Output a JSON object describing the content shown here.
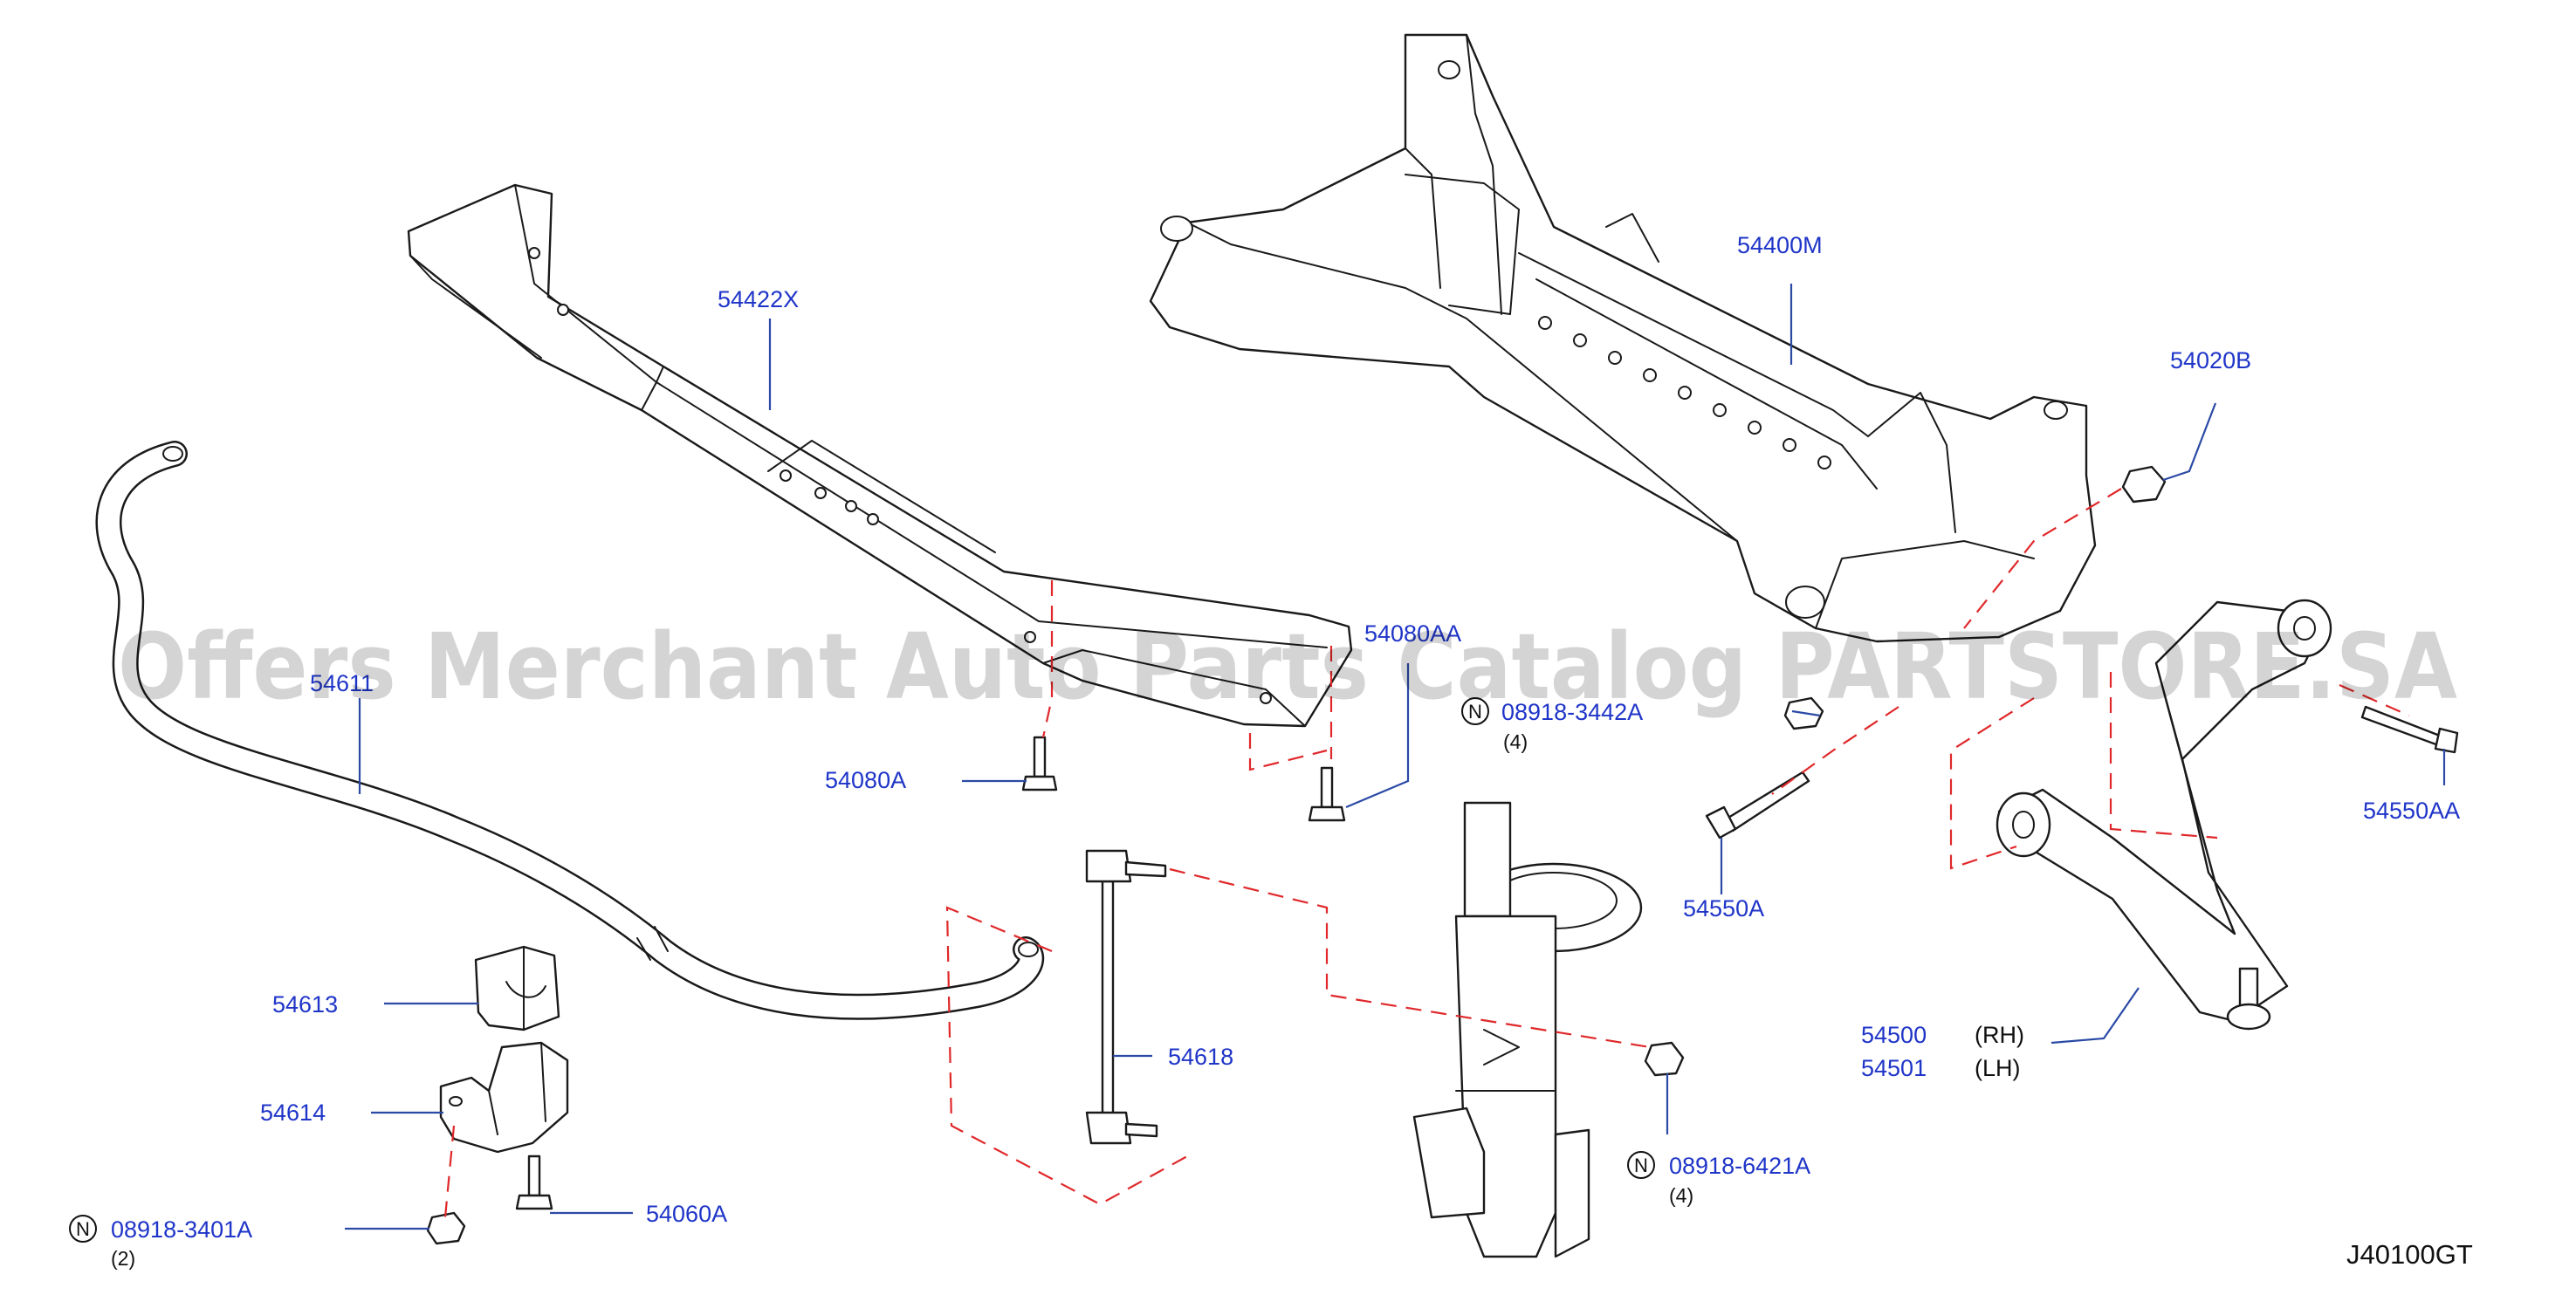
{
  "watermark": "Offers Merchant Auto Parts Catalog PARTSTORE.SA",
  "diagram_code": "J40100GT",
  "labels": {
    "p54422X": "54422X",
    "p54400M": "54400M",
    "p54020B": "54020B",
    "p54611": "54611",
    "p54080A": "54080A",
    "p54080AA": "54080AA",
    "n089183442A": "08918-3442A",
    "n089183442A_qty": "(4)",
    "p54550A": "54550A",
    "p54550AA": "54550AA",
    "p54613": "54613",
    "p54614": "54614",
    "p54618": "54618",
    "p54060A": "54060A",
    "n089183401A": "08918-3401A",
    "n089183401A_qty": "(2)",
    "n089186421A": "08918-6421A",
    "n089186421A_qty": "(4)",
    "p54500": "54500",
    "p54500_side": "(RH)",
    "p54501": "54501",
    "p54501_side": "(LH)"
  },
  "n_marker": "N",
  "colors": {
    "part_number": "#1f35c8",
    "leader": "#2b4aa6",
    "dashed_guide": "#e0282a",
    "outline": "#1a1a1a"
  }
}
